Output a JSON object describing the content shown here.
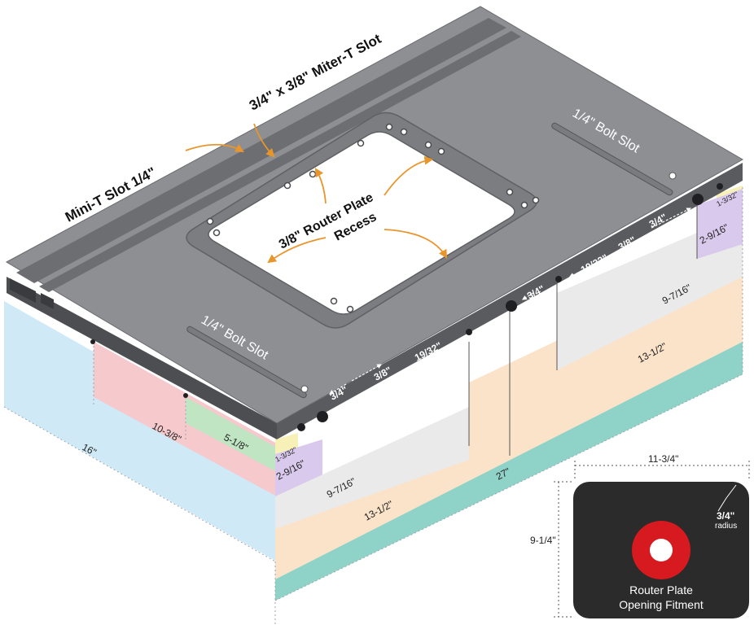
{
  "callouts": {
    "miter_slot": "3/4\" x 3/8\" Miter-T Slot",
    "mini_slot": "Mini-T Slot 1/4\"",
    "recess_line1": "3/8\" Router Plate",
    "recess_line2": "Recess",
    "bolt_slot_top": "1/4\" Bolt Slot",
    "bolt_slot_bottom": "1/4\" Bolt Slot"
  },
  "front_dims": {
    "d34": "3/4\"",
    "d38": "3/8\"",
    "d1932": "19/32\"",
    "d34b": "3/4\""
  },
  "right_dims": {
    "d1932": "19/32\"",
    "d38": "3/8\"",
    "d34": "3/4\""
  },
  "dims": {
    "sixteen": "16\"",
    "ten_3_8": "10-3/8\"",
    "five_1_8": "5-1/8\"",
    "one_3_32_left": "1-3/32\"",
    "two_9_16_left": "2-9/16\"",
    "nine_7_16_left": "9-7/16\"",
    "thirteen_half_left": "13-1/2\"",
    "twenty_seven": "27\"",
    "one_3_32_right": "1-3/32\"",
    "two_9_16_right": "2-9/16\"",
    "nine_7_16_right": "9-7/16\"",
    "thirteen_half_right": "13-1/2\""
  },
  "inset": {
    "width_label": "11-3/4\"",
    "height_label": "9-1/4\"",
    "radius_value": "3/4\"",
    "radius_word": "radius",
    "caption_line1": "Router Plate",
    "caption_line2": "Opening Fitment",
    "ring_color": "#d71920",
    "plate_color": "#2b2b2b"
  },
  "colors": {
    "table_top": "#8a8b8f",
    "table_front": "#4d4e52",
    "table_side": "#6e6f73",
    "arrow_orange": "#e8962c",
    "band_blue": "#cfe9f7",
    "band_pink": "#f6c9cd",
    "band_green": "#bfe5c2",
    "band_yellow": "#f7f1b8",
    "band_purple": "#d9c9ec",
    "band_grey": "#eaeaea",
    "band_peach": "#fbe3c9",
    "band_teal": "#8fd3c8"
  }
}
